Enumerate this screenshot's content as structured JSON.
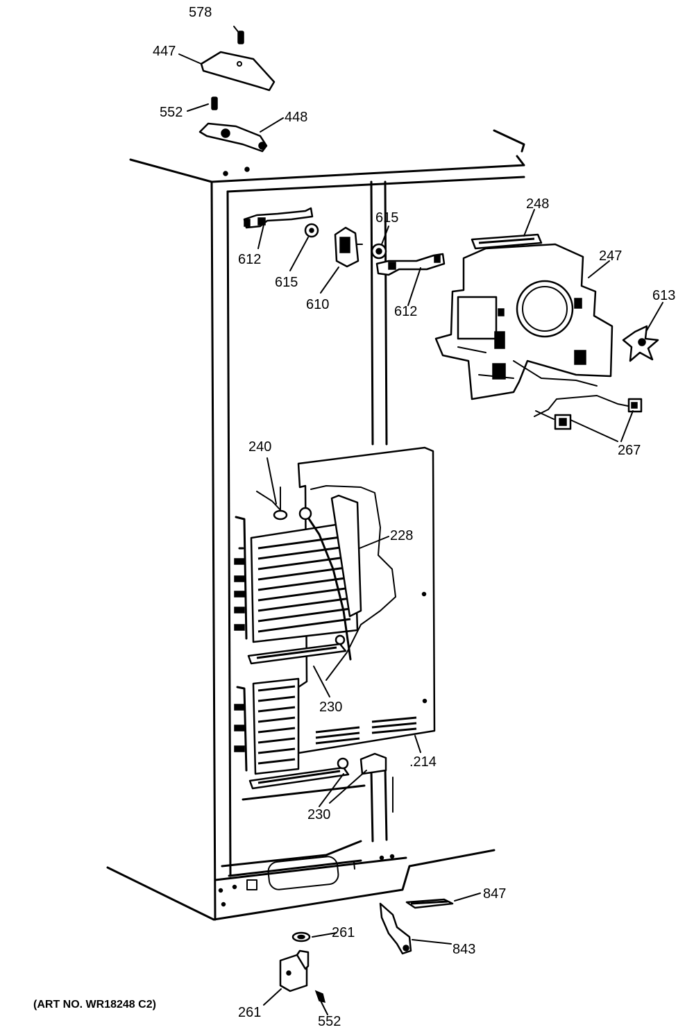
{
  "callouts": {
    "p578": "578",
    "p447": "447",
    "p552_top": "552",
    "p448": "448",
    "p612_left": "612",
    "p615_left": "615",
    "p610": "610",
    "p615_right": "615",
    "p612_right": "612",
    "p248": "248",
    "p247": "247",
    "p613": "613",
    "p267": "267",
    "p240": "240",
    "p228": "228",
    "p230_upper": "230",
    "p214": ".214",
    "p230_lower": "230",
    "p847": "847",
    "p261_right": "261",
    "p843": "843",
    "p261_left": "261",
    "p552_bottom": "552"
  },
  "art_number": "(ART NO. WR18248 C2)"
}
